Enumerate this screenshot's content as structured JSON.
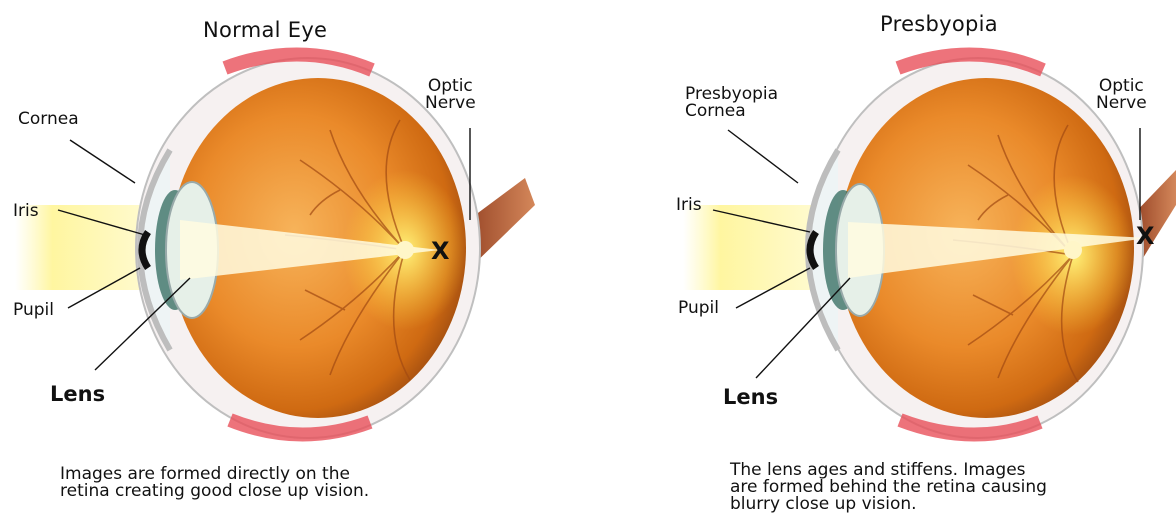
{
  "left": {
    "title": "Normal Eye",
    "labels": {
      "cornea": "Cornea",
      "optic_line1": "Optic",
      "optic_line2": "Nerve",
      "iris": "Iris",
      "pupil": "Pupil",
      "lens": "Lens",
      "focus_mark": "X"
    },
    "caption": [
      "Images are formed directly on the",
      "retina creating good close up vision."
    ]
  },
  "right": {
    "title": "Presbyopia",
    "labels": {
      "cornea_line1": "Presbyopia",
      "cornea_line2": "Cornea",
      "optic_line1": "Optic",
      "optic_line2": "Nerve",
      "iris": "Iris",
      "pupil": "Pupil",
      "lens": "Lens",
      "focus_mark": "X"
    },
    "caption": [
      "The lens ages and stiffens. Images",
      "are formed behind the retina causing",
      "blurry close up vision."
    ]
  },
  "colors": {
    "sclera_pink": "#e8505a",
    "eyeball_orange": "#e07a1c",
    "eyeball_inner": "#f2a545",
    "retina_yellow": "#ffe15a",
    "optic_nerve": "#b4532a",
    "light_yellow": "#fff7a8"
  }
}
